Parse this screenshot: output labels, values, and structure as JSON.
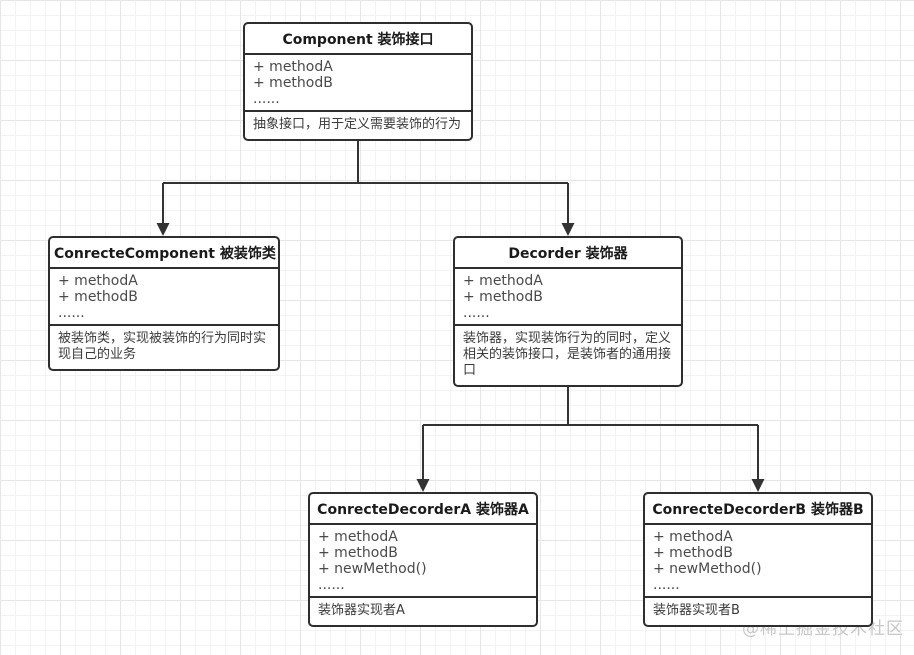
{
  "classes": [
    {
      "id": "component",
      "title": "Component 装饰接口",
      "methods": [
        "+ methodA",
        "+ methodB",
        "......"
      ],
      "note": "抽象接口，用于定义需要装饰的行为"
    },
    {
      "id": "concrete-component",
      "title": "ConrecteComponent 被装饰类",
      "methods": [
        "+ methodA",
        "+ methodB",
        "......"
      ],
      "note": "被装饰类，实现被装饰的行为同时实现自己的业务"
    },
    {
      "id": "decorder",
      "title": "Decorder 装饰器",
      "methods": [
        "+ methodA",
        "+ methodB",
        "......"
      ],
      "note": "装饰器，实现装饰行为的同时，定义相关的装饰接口，是装饰者的通用接口"
    },
    {
      "id": "concrete-decorder-a",
      "title": "ConrecteDecorderA 装饰器A",
      "methods": [
        "+ methodA",
        "+ methodB",
        "+ newMethod()",
        "......"
      ],
      "note": "装饰器实现者A"
    },
    {
      "id": "concrete-decorder-b",
      "title": "ConrecteDecorderB 装饰器B",
      "methods": [
        "+ methodA",
        "+ methodB",
        "+ newMethod()",
        "......"
      ],
      "note": "装饰器实现者B"
    }
  ],
  "watermark": "@稀土掘金技术社区",
  "colors": {
    "box_border": "#2e2e2e",
    "connector": "#333333",
    "title_text": "#1a1a1a",
    "method_text": "#4a4a4a",
    "note_text": "#3a3a3a",
    "grid_minor": "#f3f3f3",
    "grid_major": "#e6e6e6",
    "watermark": "#c7c7c7"
  }
}
